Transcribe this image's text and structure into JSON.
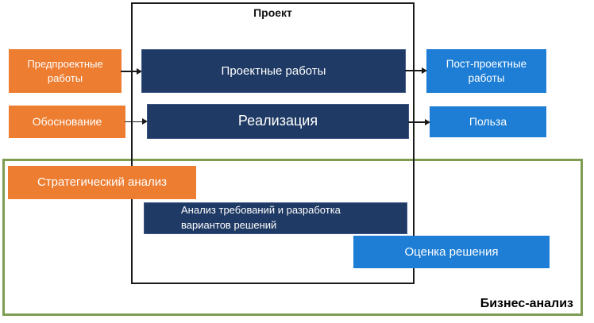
{
  "diagram": {
    "project_label": "Проект",
    "business_analysis_label": "Бизнес-анализ",
    "boxes": {
      "preproject": {
        "line1": "Предпроектные",
        "line2": "работы"
      },
      "justification": {
        "label": "Обоснование"
      },
      "project_works": {
        "label": "Проектные работы"
      },
      "implementation": {
        "label": "Реализация"
      },
      "postproject": {
        "line1": "Пост-проектные",
        "line2": "работы"
      },
      "benefit": {
        "label": "Польза"
      },
      "strategic_analysis": {
        "label": "Стратегический анализ"
      },
      "requirements": {
        "line1": "Анализ требований и разработка",
        "line2": "вариантов решений"
      },
      "solution_evaluation": {
        "label": "Оценка решения"
      }
    },
    "colors": {
      "orange": "#ED7D31",
      "dark_blue": "#1F3A64",
      "bright_blue": "#1E7ED5",
      "green_border": "#7E9D52",
      "outline_black": "#1a1a1a",
      "text_white": "#FFFFFF"
    }
  }
}
